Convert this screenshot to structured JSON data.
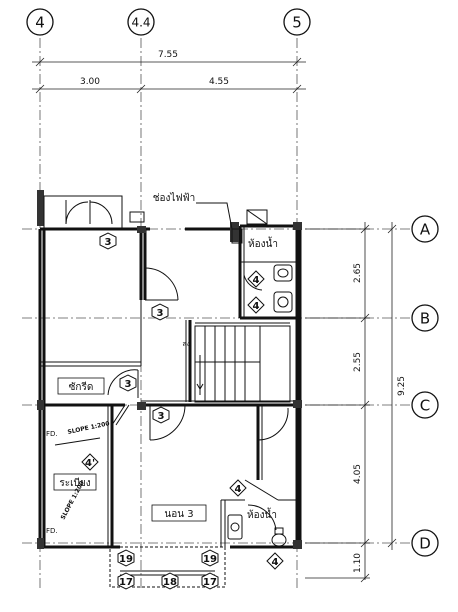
{
  "grid": {
    "columns": [
      "4",
      "4.4",
      "5"
    ],
    "rows": [
      "A",
      "B",
      "C",
      "D"
    ]
  },
  "dimensions": {
    "top_total": "7.55",
    "top_left": "3.00",
    "top_right": "4.55",
    "right_ab": "2.65",
    "right_bc": "2.55",
    "right_cd": "4.05",
    "right_bottom": "1.10",
    "right_total": "9.25"
  },
  "labels": {
    "electrical_shaft": "ช่องไฟฟ้า",
    "bathroom_upper": "ห้องน้ำ",
    "bathroom_lower": "ห้องน้ำ",
    "laundry": "ซักรีด",
    "balcony": "ระเบียง",
    "bedroom": "นอน 3",
    "stair_down": "ลง",
    "fd_upper": "FD.",
    "fd_lower": "FD.",
    "slope_upper": "SLOPE 1:200",
    "slope_lower": "SLOPE 1:200"
  },
  "tags": {
    "t1": "3",
    "t2": "3",
    "t3": "3",
    "t4": "3",
    "t5": "4",
    "t6": "4",
    "t7": "4'",
    "t8": "4",
    "t9": "4",
    "t10": "19",
    "t11": "19",
    "t12": "17",
    "t13": "18",
    "t14": "17"
  }
}
